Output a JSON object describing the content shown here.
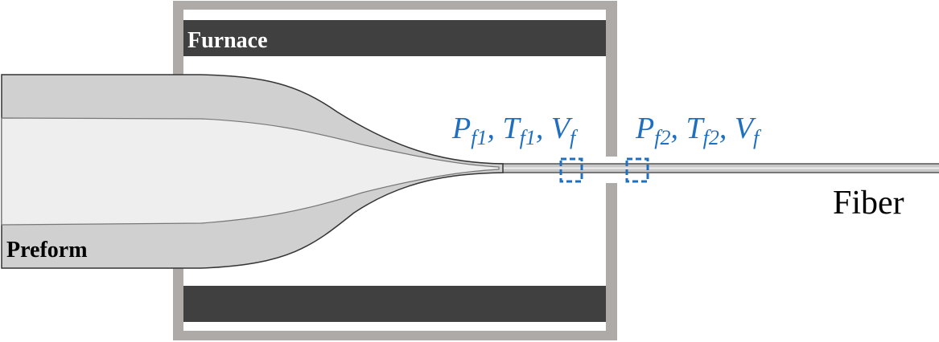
{
  "labels": {
    "furnace": "Furnace",
    "preform": "Preform",
    "fiber": "Fiber"
  },
  "measurements": [
    {
      "p": "P",
      "p_sub": "f1",
      "t": "T",
      "t_sub": "f1",
      "v": "V",
      "v_sub": "f"
    },
    {
      "p": "P",
      "p_sub": "f2",
      "t": "T",
      "t_sub": "f2",
      "v": "V",
      "v_sub": "f"
    }
  ],
  "colors": {
    "frame": "#aeaaa8",
    "heater": "#404040",
    "cladding": "#d0d0d0",
    "core": "#eeeeee",
    "accent": "#1f6fc0"
  }
}
